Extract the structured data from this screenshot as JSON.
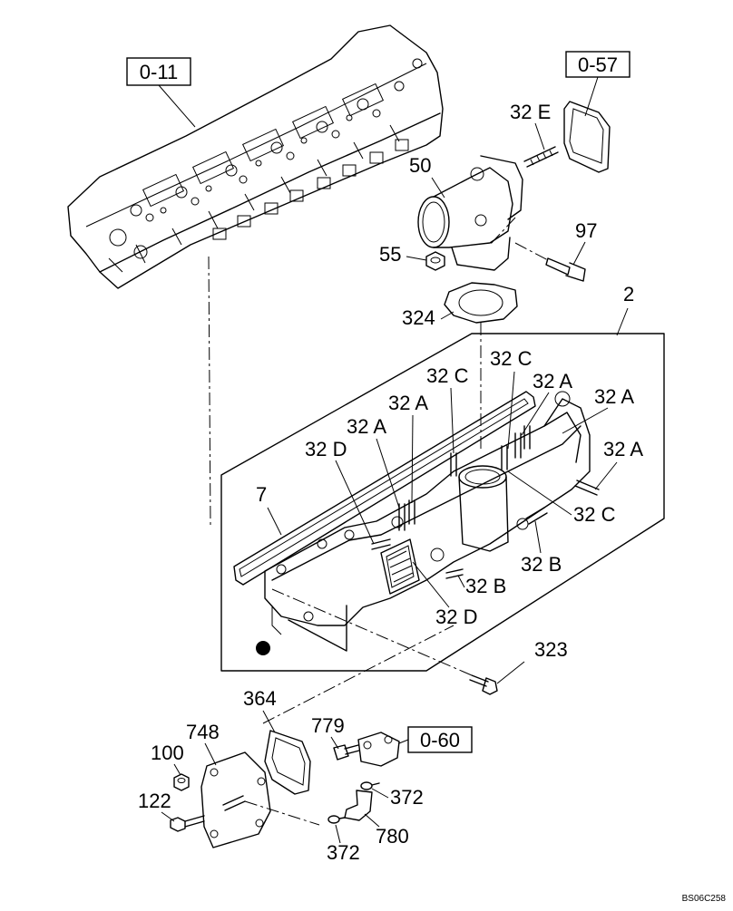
{
  "drawing_code": "BS06C258",
  "reference_boxes": [
    "0-11",
    "0-57",
    "0-60"
  ],
  "callouts": {
    "c_32E": "32 E",
    "c_50": "50",
    "c_97": "97",
    "c_55": "55",
    "c_2": "2",
    "c_324": "324",
    "c_32C_a": "32 C",
    "c_32C_b": "32 C",
    "c_32A_a": "32 A",
    "c_32A_b": "32 A",
    "c_32A_c": "32 A",
    "c_32A_d": "32 A",
    "c_32A_e": "32 A",
    "c_32D_a": "32 D",
    "c_7": "7",
    "c_32C_c": "32 C",
    "c_32B_a": "32 B",
    "c_32B_b": "32 B",
    "c_32D_b": "32 D",
    "c_323": "323",
    "c_364": "364",
    "c_748": "748",
    "c_779": "779",
    "c_100": "100",
    "c_372_a": "372",
    "c_122": "122",
    "c_780": "780",
    "c_372_b": "372"
  }
}
